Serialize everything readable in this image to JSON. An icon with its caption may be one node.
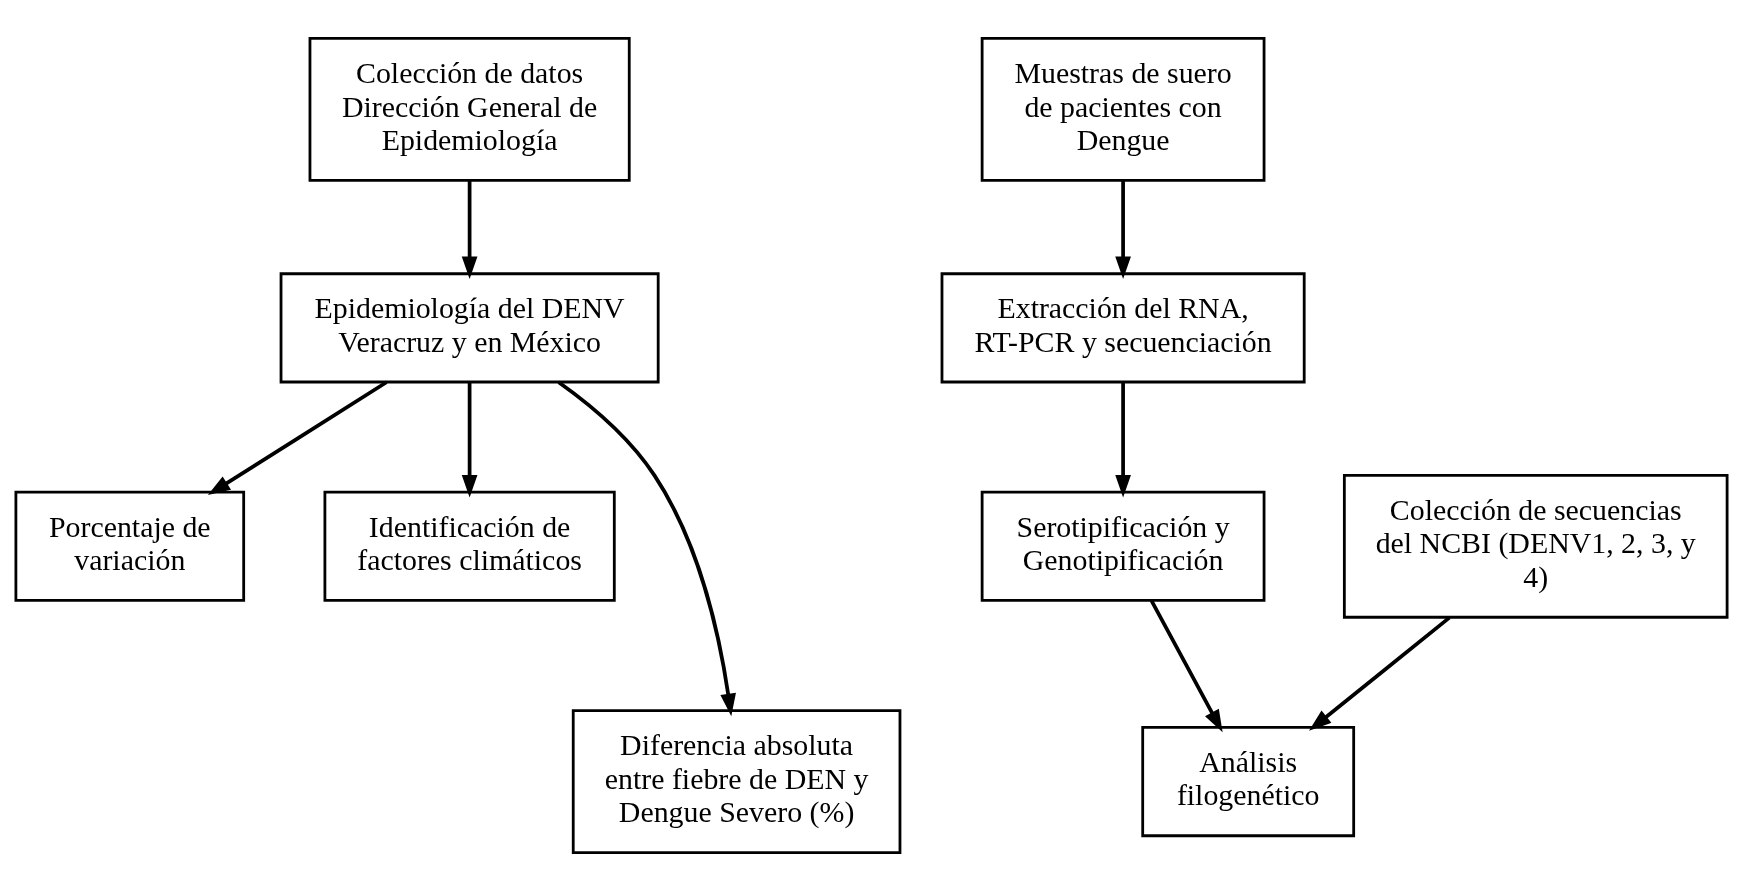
{
  "diagram": {
    "nodes": [
      {
        "text": [
          "Colección de datos Dirección General de Epidemiología"
        ]
      },
      {
        "text": [
          "Epidemiología del DENV Veracruz y en México"
        ]
      },
      {
        "text": [
          "Porcentaje de variación"
        ]
      },
      {
        "text": [
          "Identificación de factores climáticos"
        ]
      },
      {
        "text": [
          "Diferencia absoluta entre fiebre de DEN y Dengue Severo (%)"
        ]
      },
      {
        "text": [
          "Muestras de suero de pacientes con Dengue"
        ]
      },
      {
        "text": [
          "Extracción del RNA, RT-PCR y secuenciación"
        ]
      },
      {
        "text": [
          "Colección de secuencias del NCBI (DENV1, 2, 3, y 4)"
        ]
      },
      {
        "text": [
          "Serotipificación y Genotipificación"
        ]
      },
      {
        "text": [
          "Análisis filogenético"
        ]
      }
    ],
    "edges": [
      {
        "from": 0,
        "to": 1,
        "arrow": "to"
      },
      {
        "from": 1,
        "to": 2,
        "arrow": "to"
      },
      {
        "from": 1,
        "to": 4,
        "arrow": "to"
      },
      {
        "from": 1,
        "to": 3,
        "arrow": "to"
      },
      {
        "from": 5,
        "to": 6,
        "arrow": "to"
      },
      {
        "from": 6,
        "to": 8,
        "arrow": "to"
      },
      {
        "from": 7,
        "to": 9,
        "arrow": "to"
      },
      {
        "from": 8,
        "to": 9,
        "arrow": "to"
      }
    ]
  }
}
